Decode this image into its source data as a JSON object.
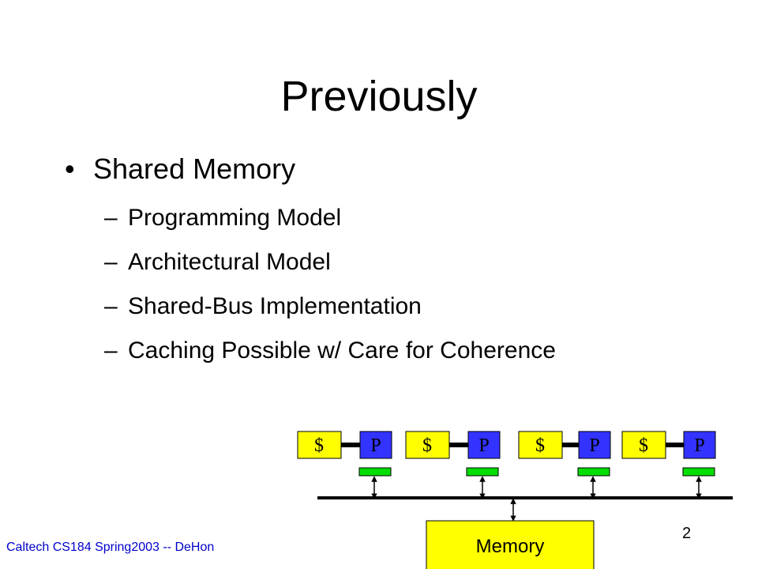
{
  "slide": {
    "title": "Previously",
    "bullet_symbol": "•",
    "sub_symbol": "–",
    "bullets": [
      {
        "text": "Shared Memory",
        "subitems": [
          "Programming Model",
          "Architectural Model",
          "Shared-Bus Implementation",
          "Caching Possible w/ Care for Coherence"
        ]
      }
    ]
  },
  "diagram": {
    "cache_label": "$",
    "processor_label": "P",
    "memory_label": "Memory",
    "colors": {
      "cache": "#ffff00",
      "processor": "#3333ff",
      "bus_interface": "#00dd00",
      "memory": "#ffff00"
    }
  },
  "footer": {
    "text": "Caltech CS184 Spring2003 -- DeHon"
  },
  "page_number": "2"
}
